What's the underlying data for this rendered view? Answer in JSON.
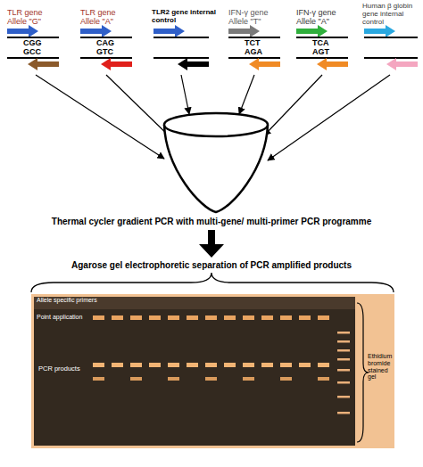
{
  "diagram": {
    "nodes": [
      {
        "text": [
          "Allele specific primers",
          "Point application",
          "PCR products",
          "Ethidium bromide stained gel"
        ]
      }
    ],
    "labels": [
      "TLR gene Allele \"G\"",
      "TLR gene Allele \"A\"",
      "TLR2 gene internal control",
      "IFN-γ gene Allele \"T\"",
      "IFN-γ gene Allele \"A\"",
      "Human β globin gene internal control",
      "CGG",
      "GCC",
      "CAG",
      "GTC",
      "TCT",
      "AGA",
      "TCA",
      "AGT",
      "Thermal cycler gradient PCR with multi-gene/ multi-primer PCR programme",
      "Agarose gel electrophoretic separation of PCR amplified products"
    ]
  }
}
